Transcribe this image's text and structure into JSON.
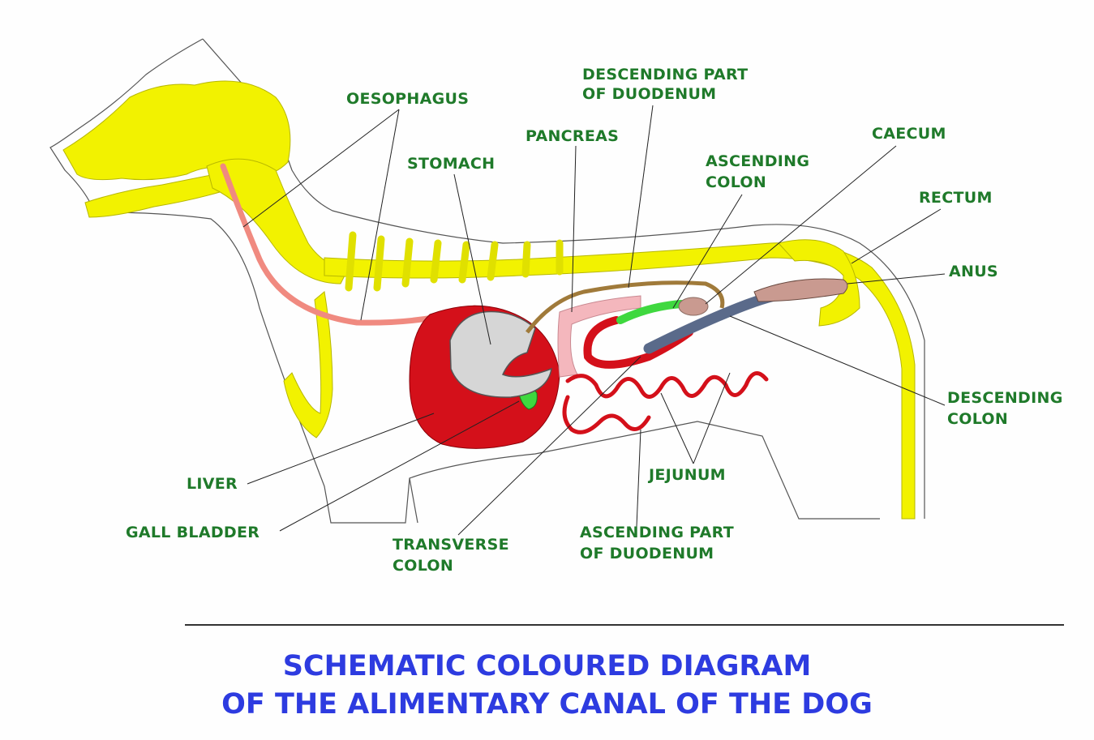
{
  "labels": {
    "oesophagus": "OESOPHAGUS",
    "descending_duodenum_1": "DESCENDING PART",
    "descending_duodenum_2": "OF DUODENUM",
    "pancreas": "PANCREAS",
    "stomach": "STOMACH",
    "ascending_colon_1": "ASCENDING",
    "ascending_colon_2": "COLON",
    "caecum": "CAECUM",
    "rectum": "RECTUM",
    "anus": "ANUS",
    "descending_colon_1": "DESCENDING",
    "descending_colon_2": "COLON",
    "liver": "LIVER",
    "gall_bladder": "GALL BLADDER",
    "transverse_colon_1": "TRANSVERSE",
    "transverse_colon_2": "COLON",
    "jejunum": "JEJUNUM",
    "ascending_duodenum_1": "ASCENDING PART",
    "ascending_duodenum_2": "OF DUODENUM"
  },
  "title": {
    "line1": "SCHEMATIC COLOURED DIAGRAM",
    "line2": "OF THE ALIMENTARY CANAL OF THE DOG"
  },
  "colors": {
    "label": "#1f7a2a",
    "title": "#2d3be0",
    "skeleton": "#f2f200",
    "liver": "#d4101a",
    "stomach": "#d6d6d6",
    "colon_green": "#3fd83f",
    "descending_colon": "#5a6a8a",
    "rectum": "#c99a90",
    "pancreas": "#f4b7bd",
    "oesophagus": "#f08a80"
  }
}
